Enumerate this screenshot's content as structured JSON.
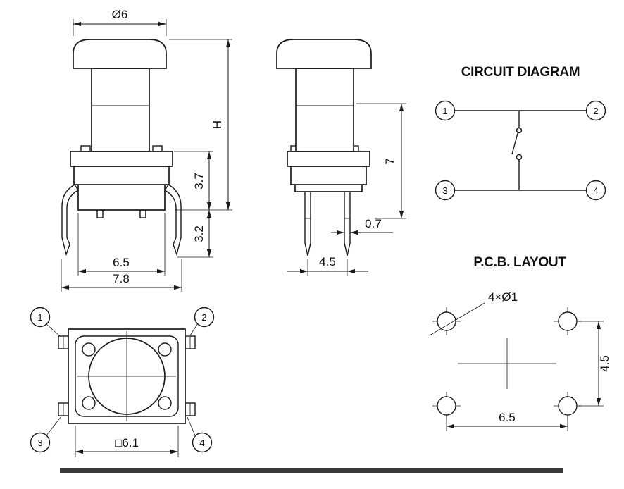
{
  "drawing": {
    "front_view": {
      "dims": {
        "cap_diameter": "Ø6",
        "overall_height": "H",
        "body_height": "3.7",
        "pin_length": "3.2",
        "base_width": "6.5",
        "overall_width": "7.8"
      }
    },
    "side_view": {
      "dims": {
        "height": "7",
        "pin_width": "0.7",
        "pin_pitch": "4.5"
      }
    },
    "circuit_diagram": {
      "title": "CIRCUIT DIAGRAM",
      "terminals": [
        "1",
        "2",
        "3",
        "4"
      ]
    },
    "top_view": {
      "terminals": [
        "1",
        "2",
        "3",
        "4"
      ],
      "dims": {
        "body_size": "□6.1"
      }
    },
    "pcb_layout": {
      "title": "P.C.B. LAYOUT",
      "hole_spec": "4×Ø1",
      "dims": {
        "vertical_pitch": "4.5",
        "horizontal_pitch": "6.5"
      }
    }
  }
}
